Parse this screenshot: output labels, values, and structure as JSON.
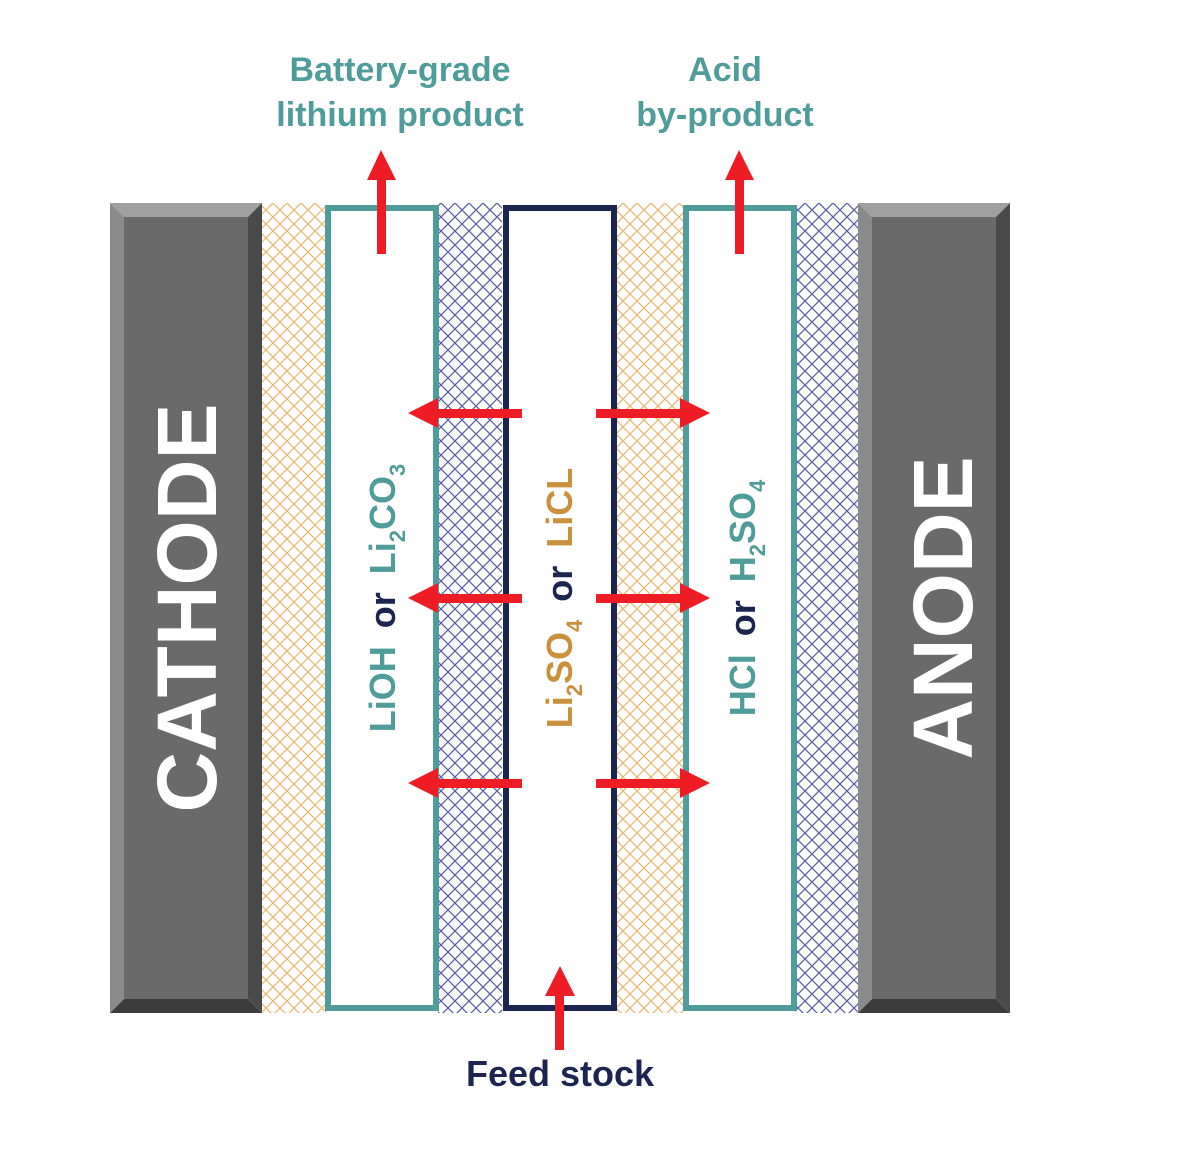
{
  "labels": {
    "product_line1": "Battery-grade",
    "product_line2": "lithium product",
    "acid_line1": "Acid",
    "acid_line2": "by-product",
    "feed": "Feed stock"
  },
  "electrodes": {
    "left": "CATHODE",
    "right": "ANODE"
  },
  "compartments": {
    "left": {
      "part1": "LiOH",
      "connector": "or",
      "part2_a": "Li",
      "part2_sub": "2",
      "part2_b": "CO",
      "part2_sub2": "3"
    },
    "center": {
      "part1_a": "Li",
      "part1_sub": "2",
      "part1_b": "SO",
      "part1_sub2": "4",
      "connector": "or",
      "part2": "LiCL"
    },
    "right": {
      "part1": "HCl",
      "connector": "or",
      "part2_a": "H",
      "part2_sub": "2",
      "part2_b": "SO",
      "part2_sub2": "4"
    }
  },
  "colors": {
    "teal": "#4f9c9a",
    "navy": "#1c2450",
    "orange": "#c9913e",
    "red": "#ee1c25",
    "electrode": "#6a6a6a",
    "membrane_orange": "#e8b872",
    "membrane_blue": "#5a5fa8"
  }
}
